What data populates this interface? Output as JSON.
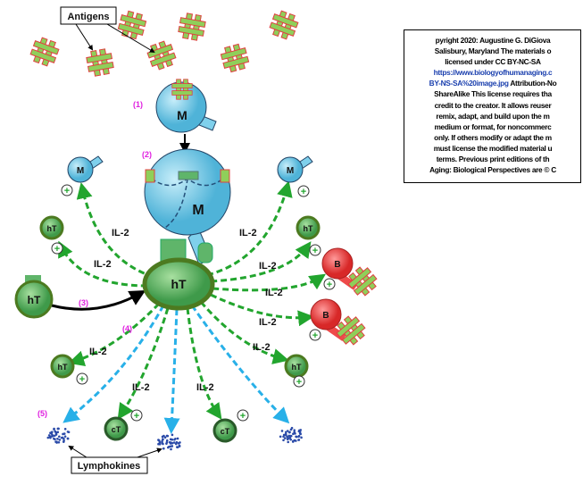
{
  "labels": {
    "antigens": "Antigens",
    "lymphokines": "Lymphokines",
    "il2": "IL-2"
  },
  "steps": [
    "(1)",
    "(2)",
    "(3)",
    "(4)",
    "(5)"
  ],
  "cells": {
    "macrophage": "M",
    "helper_t": "hT",
    "b_cell": "B",
    "cytotoxic_t": "cT"
  },
  "plus": "+",
  "note": {
    "lines": [
      "pyright 2020: Augustine G. DiGiova",
      "Salisbury, Maryland  The materials o",
      "licensed under CC BY-NC-SA"
    ],
    "link_lines": [
      "https://www.biologyofhumanaging.c",
      "BY-NS-SA%20image.jpg"
    ],
    "after_link": " Attribution-No",
    "rest": [
      "ShareAlike  This license requires tha",
      "credit to the creator. It allows reuser",
      "remix, adapt, and build upon the m",
      "medium or format, for noncommerc",
      "only. If others modify or adapt the m",
      "must license the modified material u",
      "terms.  Previous print editions of th",
      "Aging: Biological Perspectives are © C"
    ]
  },
  "colors": {
    "macrophage": "#7fd0ec",
    "helper_t": "#5fb56a",
    "b_cell": "#ee4a4a",
    "il2_arrow": "#22a52e",
    "lymphokine_arrow": "#28b0e8",
    "step_label": "#e020e0"
  }
}
